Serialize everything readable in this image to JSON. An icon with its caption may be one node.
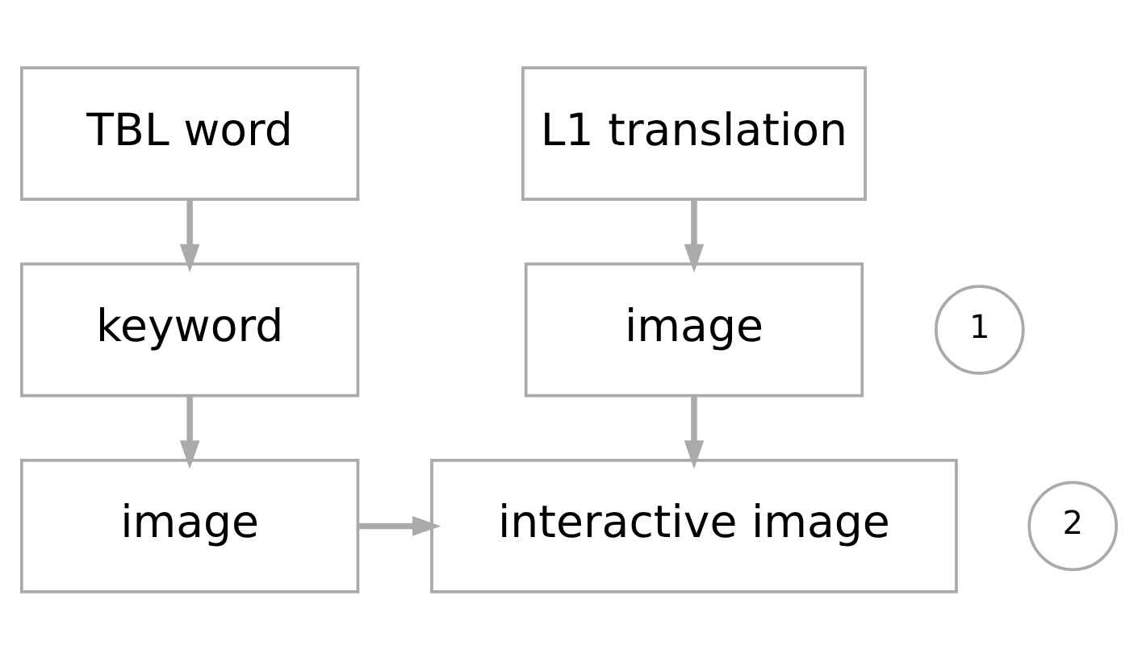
{
  "diagram": {
    "nodes": [
      {
        "text": [
          "TBL word"
        ]
      },
      {
        "text": [
          "keyword"
        ]
      },
      {
        "text": [
          "1"
        ]
      },
      {
        "text": [
          "image"
        ]
      },
      {
        "text": [
          "L1 translation"
        ]
      },
      {
        "text": [
          "image"
        ]
      },
      {
        "text": [
          "interactive image"
        ]
      },
      {
        "text": [
          "2"
        ]
      }
    ],
    "edges": [
      {
        "from": 0,
        "to": 1,
        "arrow": "to"
      },
      {
        "from": 1,
        "to": 3,
        "arrow": "to"
      },
      {
        "from": 3,
        "to": 6,
        "arrow": "to"
      },
      {
        "from": 4,
        "to": 5,
        "arrow": "to"
      },
      {
        "from": 5,
        "to": 6,
        "arrow": "to"
      }
    ]
  }
}
